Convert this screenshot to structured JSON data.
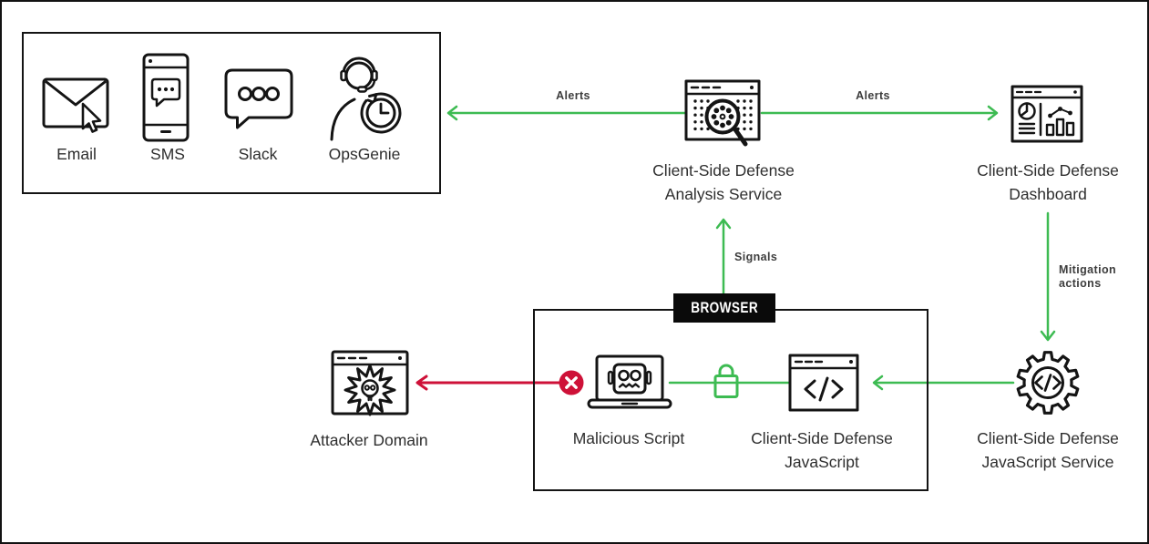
{
  "colors": {
    "bg": "#ffffff",
    "ink": "#141414",
    "green": "#3dbb52",
    "red": "#ce1138",
    "label": "#2e2e2e",
    "edge_label": "#3d3d3d",
    "browser_bg": "#0a0a0a",
    "browser_text": "#ffffff"
  },
  "notifications": {
    "items": [
      {
        "label": "Email",
        "icon": "email-icon"
      },
      {
        "label": "SMS",
        "icon": "sms-icon"
      },
      {
        "label": "Slack",
        "icon": "slack-icon"
      },
      {
        "label": "OpsGenie",
        "icon": "opsgenie-icon"
      }
    ]
  },
  "nodes": {
    "analysis_service": {
      "line1": "Client-Side Defense",
      "line2": "Analysis Service",
      "icon": "analysis-window-magnifier-icon"
    },
    "dashboard": {
      "line1": "Client-Side Defense",
      "line2": "Dashboard",
      "icon": "dashboard-window-icon"
    },
    "js_service": {
      "line1": "Client-Side Defense",
      "line2": "JavaScript Service",
      "icon": "gear-code-icon"
    },
    "csd_javascript": {
      "line1": "Client-Side Defense",
      "line2": "JavaScript",
      "icon": "code-window-icon"
    },
    "malicious_script": {
      "label": "Malicious Script",
      "icon": "robot-laptop-icon"
    },
    "attacker_domain": {
      "label": "Attacker Domain",
      "icon": "skull-window-icon"
    }
  },
  "browser": {
    "label": "BROWSER"
  },
  "edges": {
    "alerts_left": {
      "label": "Alerts",
      "color": "green",
      "direction": "left"
    },
    "alerts_right": {
      "label": "Alerts",
      "color": "green",
      "direction": "right"
    },
    "signals": {
      "label": "Signals",
      "color": "green",
      "direction": "up"
    },
    "mitigation": {
      "line1": "Mitigation",
      "line2": "actions",
      "color": "green",
      "direction": "down"
    },
    "js_delivery": {
      "color": "green",
      "direction": "left"
    },
    "protected_link": {
      "color": "green",
      "lock": true
    },
    "blocked_request": {
      "color": "red",
      "direction": "left",
      "blocked": true
    }
  }
}
